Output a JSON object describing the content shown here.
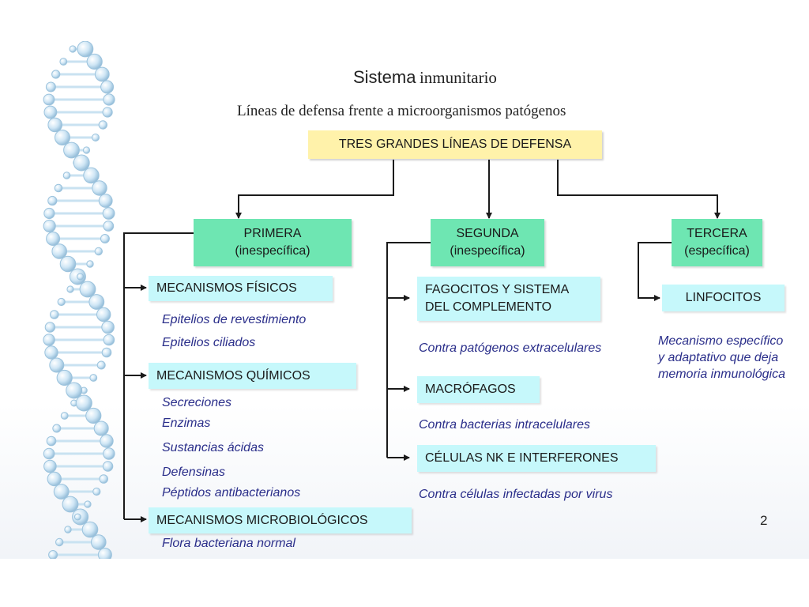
{
  "title": {
    "main": "Sistema",
    "suffix": "inmunitario"
  },
  "subtitle": "Líneas de defensa frente a microorganismos patógenos",
  "root": "TRES GRANDES LÍNEAS DE DEFENSA",
  "lines": {
    "first": {
      "line1": "PRIMERA",
      "line2": "(inespecífica)"
    },
    "second": {
      "line1": "SEGUNDA",
      "line2": "(inespecífica)"
    },
    "third": {
      "line1": "TERCERA",
      "line2": "(específica)"
    }
  },
  "first_items": {
    "fisicos": {
      "label": "MECANISMOS FÍSICOS",
      "notes": [
        "Epitelios de revestimiento",
        "Epitelios ciliados"
      ]
    },
    "quimicos": {
      "label": "MECANISMOS QUÍMICOS",
      "notes": [
        "Secreciones",
        "Enzimas",
        "Sustancias ácidas",
        "Defensinas",
        "Péptidos antibacterianos"
      ]
    },
    "microbiologicos": {
      "label": "MECANISMOS MICROBIOLÓGICOS",
      "notes": [
        "Flora bacteriana normal"
      ]
    }
  },
  "second_items": {
    "fagocitos": {
      "line1": "FAGOCITOS Y SISTEMA",
      "line2": "DEL COMPLEMENTO",
      "note": "Contra patógenos extracelulares"
    },
    "macrofagos": {
      "label": "MACRÓFAGOS",
      "note": "Contra bacterias intracelulares"
    },
    "nk": {
      "label": "CÉLULAS NK E INTERFERONES",
      "note": "Contra células infectadas por virus"
    }
  },
  "third_items": {
    "linfocitos": {
      "label": "LINFOCITOS",
      "note_lines": [
        "Mecanismo específico",
        "y adaptativo que deja",
        "memoria inmunológica"
      ]
    }
  },
  "page_number": "2",
  "colors": {
    "root_fill": "#fff2aa",
    "line_fill": "#6ee6b2",
    "item_fill": "#c6f8fb",
    "note_text": "#2a2e8a",
    "connector": "#1a1a1a"
  }
}
